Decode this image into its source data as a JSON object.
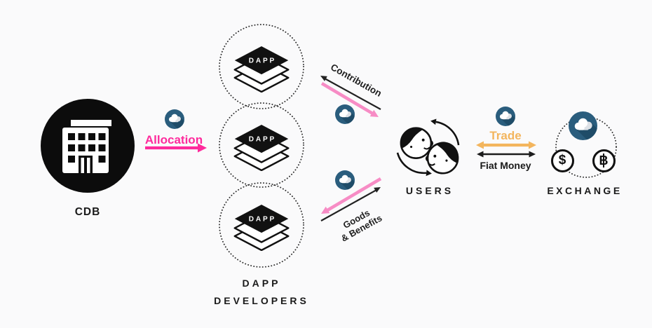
{
  "colors": {
    "background": "#fafafb",
    "ink": "#141414",
    "magenta": "#fe2a9c",
    "pink": "#f78cc5",
    "orange": "#f3b55d",
    "coin_blue": "#2a5d7d",
    "coin_blue_dark": "#1f4c68"
  },
  "nodes": {
    "cdb": {
      "label": "CDB"
    },
    "dapp_developers": {
      "label_line1": "DAPP",
      "label_line2": "DEVELOPERS",
      "icon_text": "DAPP"
    },
    "users": {
      "label": "USERS"
    },
    "exchange": {
      "label": "EXCHANGE",
      "dollar_symbol": "$",
      "bitcoin_symbol": "B"
    }
  },
  "edges": {
    "allocation": {
      "label": "Allocation"
    },
    "contribution": {
      "label": "Contribution"
    },
    "goods_benefits": {
      "label_line1": "Goods",
      "label_line2": "& Benefits"
    },
    "trade": {
      "label": "Trade"
    },
    "fiat_money": {
      "label": "Fiat Money"
    }
  }
}
